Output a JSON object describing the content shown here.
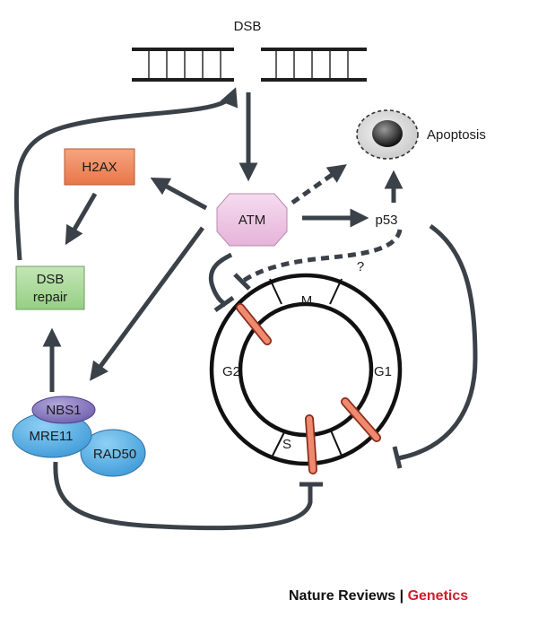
{
  "nodes": {
    "dsb": "DSB",
    "h2ax": "H2AX",
    "atm": "ATM",
    "apoptosis": "Apoptosis",
    "p53": "p53",
    "question": "?",
    "dsb_repair_line1": "DSB",
    "dsb_repair_line2": "repair",
    "nbs1": "NBS1",
    "mre11": "MRE11",
    "rad50": "RAD50"
  },
  "cell_cycle": {
    "m": "M",
    "g1": "G1",
    "g2": "G2",
    "s": "S"
  },
  "footer": {
    "journal": "Nature Reviews",
    "separator": "|",
    "section": "Genetics"
  },
  "colors": {
    "arrow": "#3b4148",
    "h2ax_fill": "#f08a5d",
    "atm_fill": "#efc6e4",
    "repair_fill": "#a8d99a",
    "nbs1_fill": "#8a7fc0",
    "mre11_fill": "#5aaee3",
    "checkpoint": "#e8765c",
    "accent": "#cc1f2b"
  }
}
